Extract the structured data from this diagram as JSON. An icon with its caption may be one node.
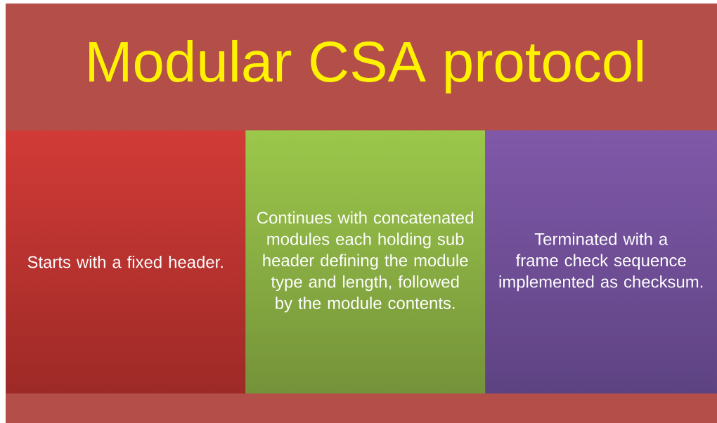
{
  "diagram": {
    "title": "Modular CSA protocol",
    "nodes": [
      {
        "text": [
          "Starts with a fixed header."
        ]
      },
      {
        "text": [
          "Continues with concatenated modules each holding sub header defining the module type and length, followed by the module contents."
        ]
      },
      {
        "text": [
          "Terminated with a frame check sequence implemented as checksum."
        ]
      }
    ]
  }
}
